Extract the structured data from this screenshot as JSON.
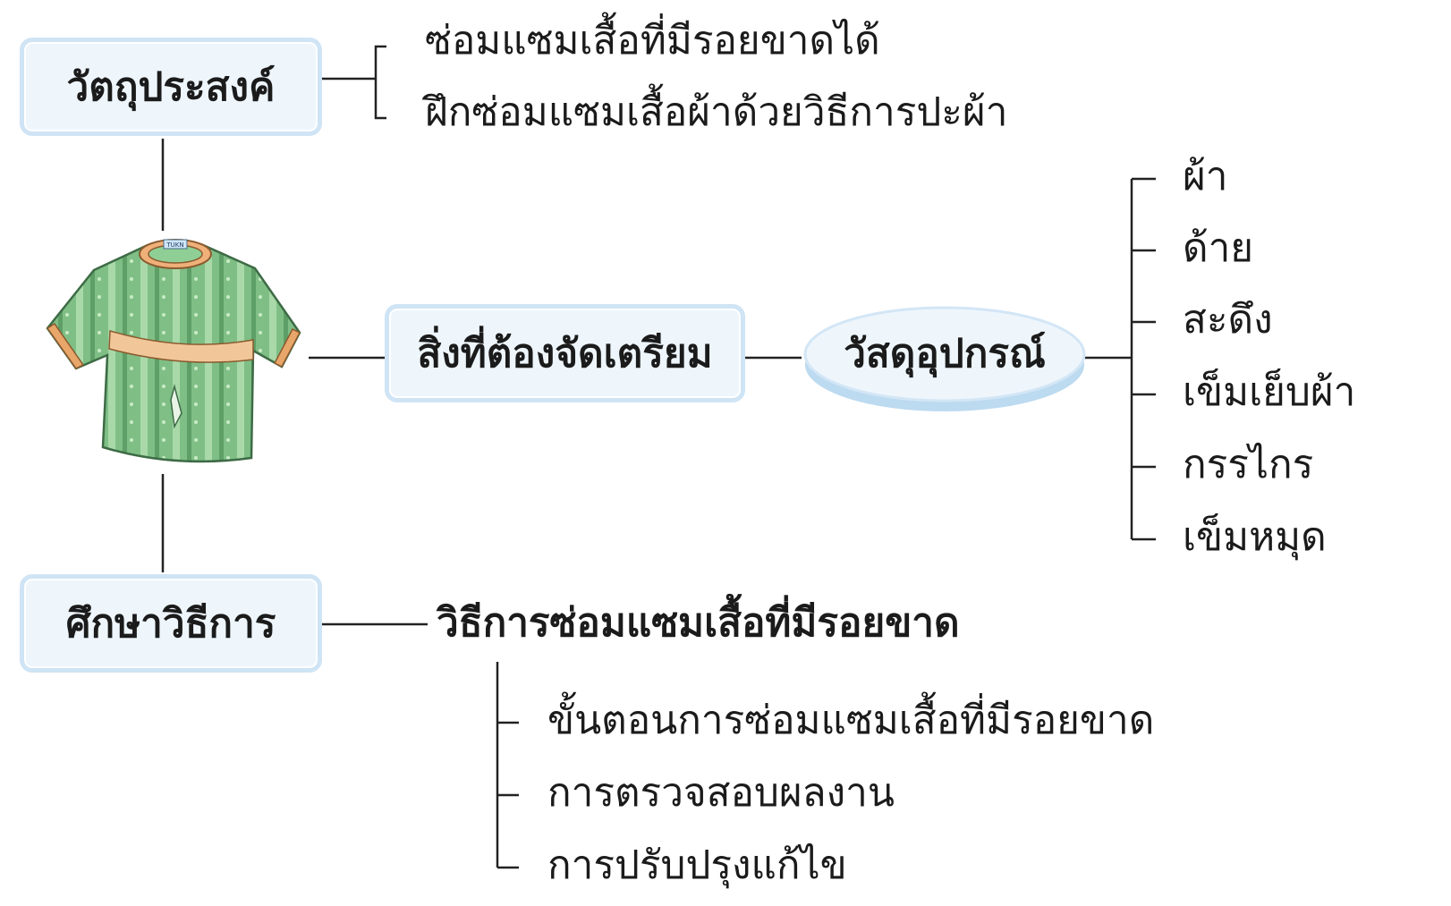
{
  "objective": {
    "title": "วัตถุประสงค์",
    "items": [
      "ซ่อมแซมเสื้อที่มีรอยขาดได้",
      "ฝึกซ่อมแซมเสื้อผ้าด้วยวิธีการปะผ้า"
    ]
  },
  "prepare": {
    "title": "สิ่งที่ต้องจัดเตรียม",
    "materials_title": "วัสดุอุปกรณ์",
    "materials": [
      "ผ้า",
      "ด้าย",
      "สะดึง",
      "เข็มเย็บผ้า",
      "กรรไกร",
      "เข็มหมุด"
    ]
  },
  "study": {
    "title": "ศึกษาวิธีการ",
    "method_title": "วิธีการซ่อมแซมเสื้อที่มีรอยขาด",
    "steps": [
      "ขั้นตอนการซ่อมแซมเสื้อที่มีรอยขาด",
      "การตรวจสอบผลงาน",
      "การปรับปรุงแก้ไข"
    ]
  },
  "shirt": {
    "icon": "torn-shirt-icon",
    "tag_text": "TUKN"
  },
  "colors": {
    "box_border": "#cfe4f5",
    "box_fill": "#eef6fc",
    "line": "#222222",
    "shirt_green": "#7fbf86",
    "shirt_trim": "#e8a66a"
  }
}
